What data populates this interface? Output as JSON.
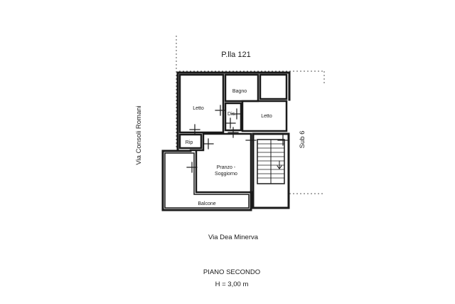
{
  "parcel_label": "P.lla 121",
  "street_left": "Via Consoli Romani",
  "street_bottom": "Via Dea Minerva",
  "neighbor_right": "Sub 6",
  "rooms": {
    "letto_1": "Letto",
    "bagno": "Bagno",
    "dis": "Dis.",
    "letto_2": "Letto",
    "rip": "Rip",
    "pranzo_line1": "Pranzo -",
    "pranzo_line2": "Soggiorno",
    "balcone": "Balcone"
  },
  "floor_title": "PIANO SECONDO",
  "floor_height": "H = 3,00 m",
  "colors": {
    "line": "#1a1a1a",
    "background": "#ffffff",
    "dashed": "#555555"
  }
}
